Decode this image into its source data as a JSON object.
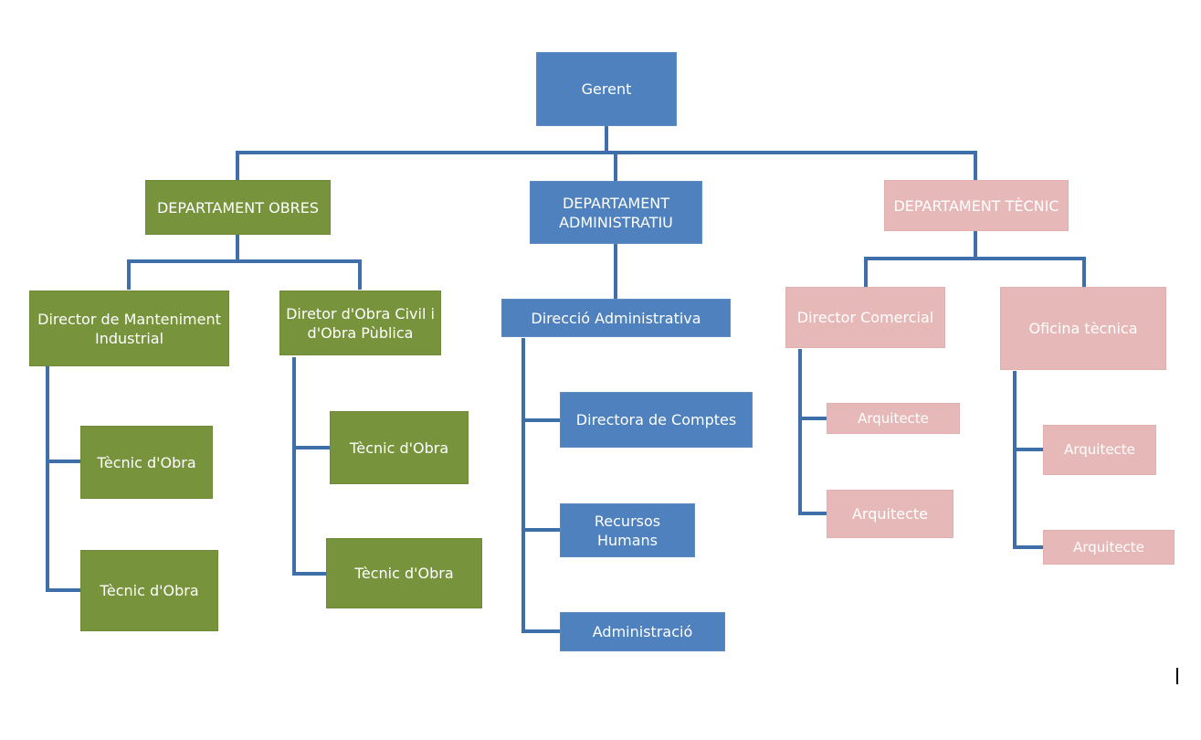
{
  "org": {
    "ceo": "Gerent",
    "dept_obres": {
      "title": "DEPARTAMENT OBRES",
      "mgr1": "Director de Manteniment Industrial",
      "mgr1_staff": [
        "Tècnic d'Obra",
        "Tècnic d'Obra"
      ],
      "mgr2": "Diretor d'Obra Civil i d'Obra Pùblica",
      "mgr2_staff": [
        "Tècnic d'Obra",
        "Tècnic d'Obra"
      ]
    },
    "dept_admin": {
      "title": "DEPARTAMENT ADMINISTRATIU",
      "mgr": "Direcció Administrativa",
      "staff": [
        "Directora de Comptes",
        "Recursos Humans",
        "Administració"
      ]
    },
    "dept_tecnic": {
      "title": "DEPARTAMENT TÈCNIC",
      "mgr1": "Director Comercial",
      "mgr1_staff": [
        "Arquitecte",
        "Arquitecte"
      ],
      "mgr2": "Oficina tècnica",
      "mgr2_staff": [
        "Arquitecte",
        "Arquitecte"
      ]
    }
  },
  "colors": {
    "blue": "#4e81bd",
    "green": "#77933c",
    "pink": "#e6b9b8",
    "connector": "#3f6fa8"
  }
}
